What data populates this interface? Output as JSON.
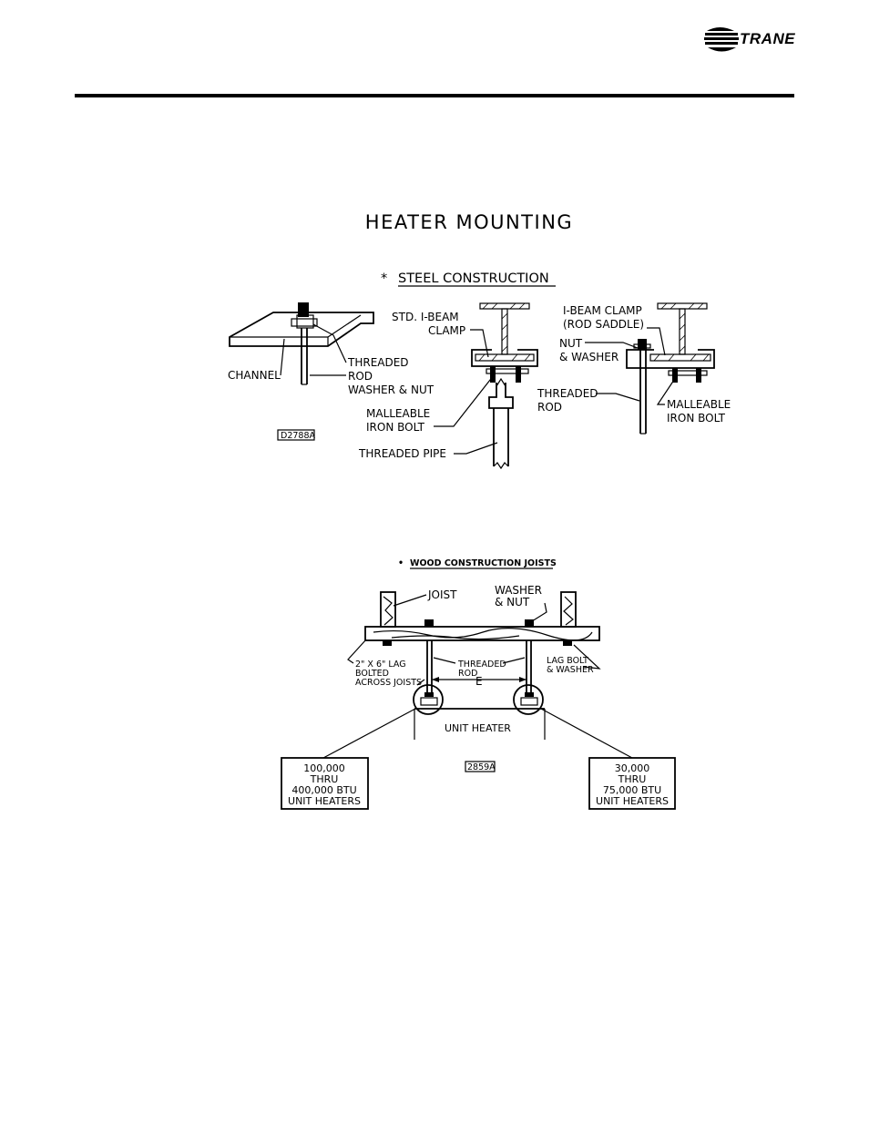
{
  "header": {
    "brand": "TRANE"
  },
  "title": "HEATER MOUNTING",
  "steel": {
    "heading": "STEEL CONSTRUCTION",
    "marker": "*",
    "channel": "CHANNEL",
    "threaded_rod_1": "THREADED",
    "threaded_rod_2": "ROD",
    "threaded_rod_3": "WASHER & NUT",
    "code": "D2788A",
    "clamp_1": "STD. I-BEAM",
    "clamp_2": "CLAMP",
    "malleable_1": "MALLEABLE",
    "malleable_2": "IRON BOLT",
    "pipe": "THREADED PIPE",
    "saddle_1": "I-BEAM CLAMP",
    "saddle_2": "(ROD SADDLE)",
    "nut_1": "NUT",
    "nut_2": "& WASHER",
    "rod2_1": "THREADED",
    "rod2_2": "ROD",
    "malleable2_1": "MALLEABLE",
    "malleable2_2": "IRON BOLT"
  },
  "wood": {
    "heading": "WOOD CONSTRUCTION JOISTS",
    "marker": "•",
    "joist": "JOIST",
    "washer_1": "WASHER",
    "washer_2": "& NUT",
    "lag_1": "2\" X 6\" LAG",
    "lag_2": "BOLTED",
    "lag_3": "ACROSS JOISTS",
    "rod_1": "THREADED",
    "rod_2": "ROD",
    "lagbolt_1": "LAG BOLT",
    "lagbolt_2": "& WASHER",
    "dim": "E",
    "unit": "UNIT HEATER",
    "code": "2859A",
    "box_left": [
      "100,000",
      "THRU",
      "400,000 BTU",
      "UNIT HEATERS"
    ],
    "box_right": [
      "30,000",
      "THRU",
      "75,000 BTU",
      "UNIT HEATERS"
    ]
  }
}
